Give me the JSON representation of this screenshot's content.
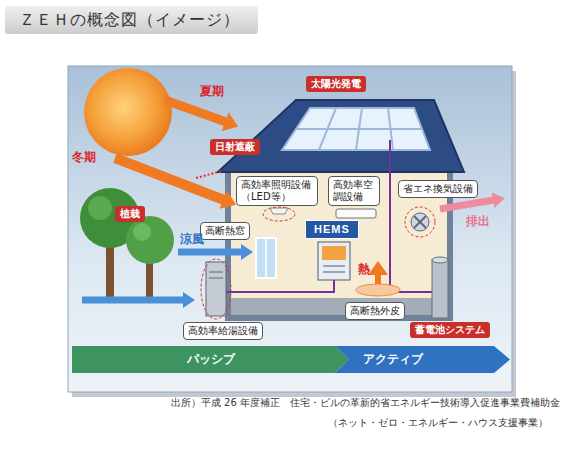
{
  "diagram": {
    "title": "ＺＥＨの概念図（イメージ）",
    "caption": "出所）平成 26 年度補正　住宅・ビルの革新的省エネルギー技術導入促進事業費補助金",
    "nodes": [
      {
        "text": [
          "太陽光発電"
        ]
      },
      {
        "text": [
          "日射遮蔽"
        ]
      },
      {
        "text": [
          "高効率照明設備（LED等）"
        ]
      },
      {
        "text": [
          "高効率空調設備"
        ]
      },
      {
        "text": [
          "省エネ換気設備"
        ]
      },
      {
        "text": [
          "植栽"
        ]
      },
      {
        "text": [
          "HEMS"
        ]
      },
      {
        "text": [
          "高断熱窓"
        ]
      },
      {
        "text": [
          "高断熱外皮"
        ]
      },
      {
        "text": [
          "高効率給湯設備"
        ]
      },
      {
        "text": [
          "蓄電池システム"
        ]
      },
      {
        "text": [
          "パッシブ"
        ]
      },
      {
        "text": [
          "アクティブ"
        ]
      }
    ],
    "labels": [
      "夏期",
      "冬期",
      "涼風",
      "排出",
      "熱",
      "（ネット・ゼロ・エネルギー・ハウス支援事業）"
    ]
  }
}
